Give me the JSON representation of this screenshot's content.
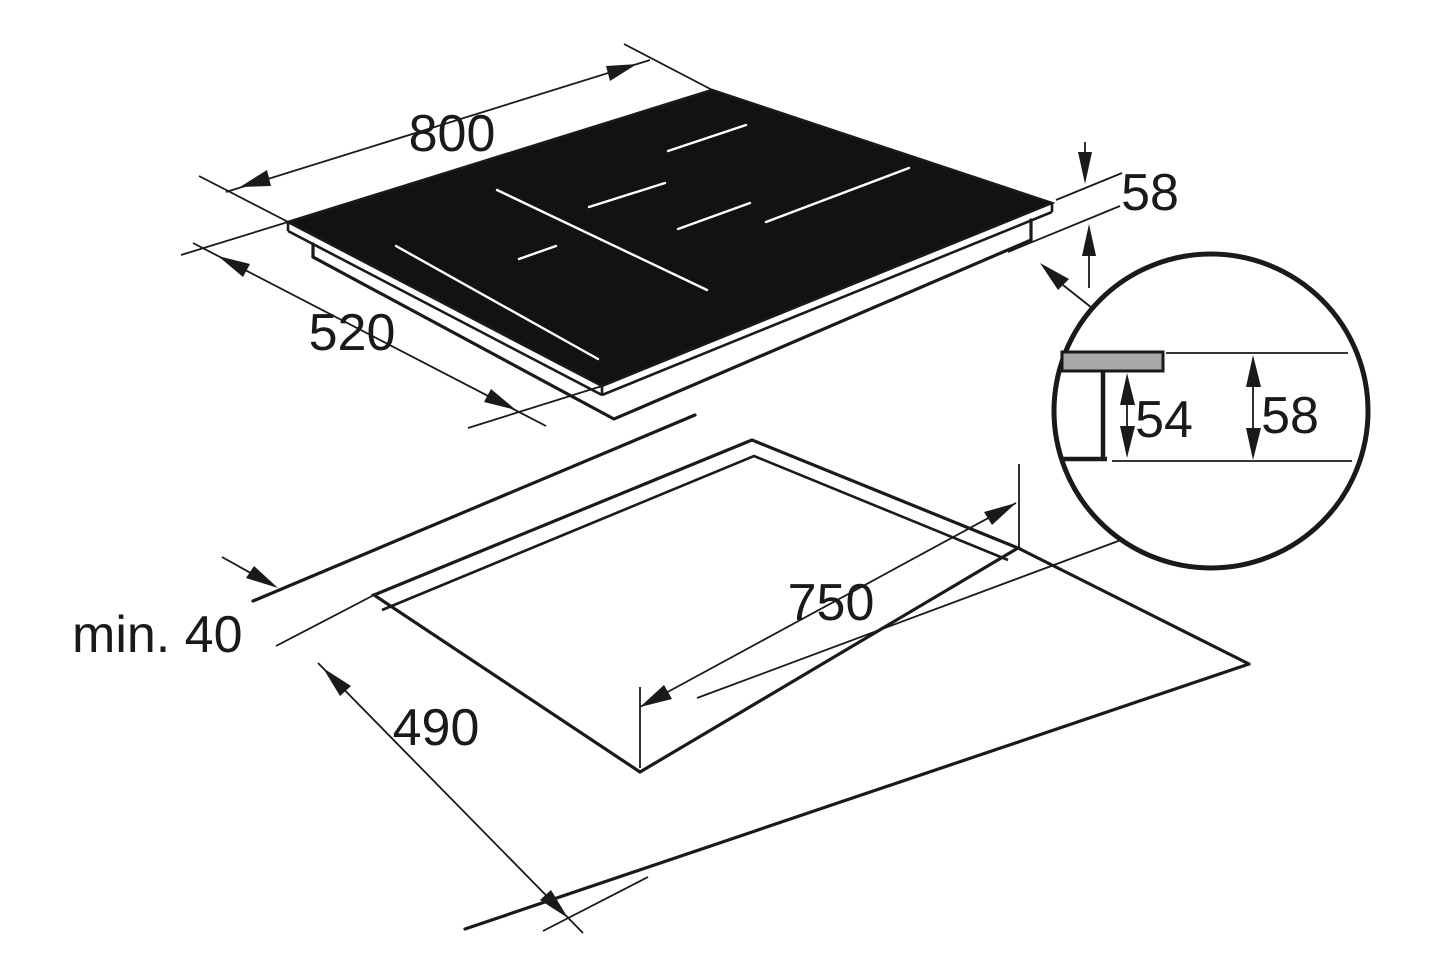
{
  "figure": {
    "description": "Installation dimension drawing of an 80 cm induction hob above a worktop cut-out, with a circular cross-section detail of the edge",
    "units": "mm",
    "hob": {
      "width_label": "800",
      "depth_label": "520",
      "height_label": "58"
    },
    "cutout": {
      "length_label": "750",
      "depth_label": "490",
      "front_clearance_label": "min. 40"
    },
    "detail": {
      "overall_height_label": "58",
      "below_top_depth_label": "54"
    },
    "colors": {
      "line": "#1a1a1a",
      "glass": "#121212",
      "zone_marking": "#ffffff",
      "section_fill": "#a8a8a8",
      "background": "#ffffff"
    }
  }
}
